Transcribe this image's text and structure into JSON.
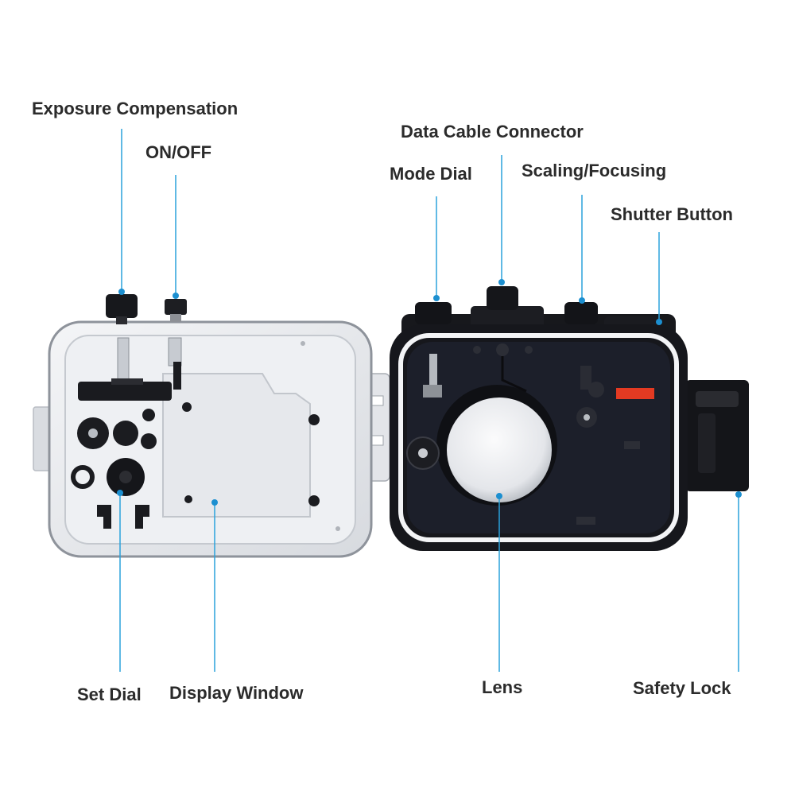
{
  "colors": {
    "leader_line": "#2aa2dc",
    "leader_dot": "#1c8fd0",
    "label_text": "#2b2b2b",
    "clear_housing": "#e7e9ec",
    "black_housing": "#16171c"
  },
  "labels": {
    "exposure_compensation": "Exposure Compensation",
    "on_off": "ON/OFF",
    "data_cable_connector": "Data Cable Connector",
    "mode_dial": "Mode Dial",
    "scaling_focusing": "Scaling/Focusing",
    "shutter_button": "Shutter Button",
    "set_dial": "Set Dial",
    "display_window": "Display Window",
    "lens": "Lens",
    "safety_lock": "Safety Lock"
  },
  "icons": {
    "clear_back_housing": "camera-housing-back-clear-icon",
    "black_front_housing": "camera-housing-front-black-icon"
  }
}
